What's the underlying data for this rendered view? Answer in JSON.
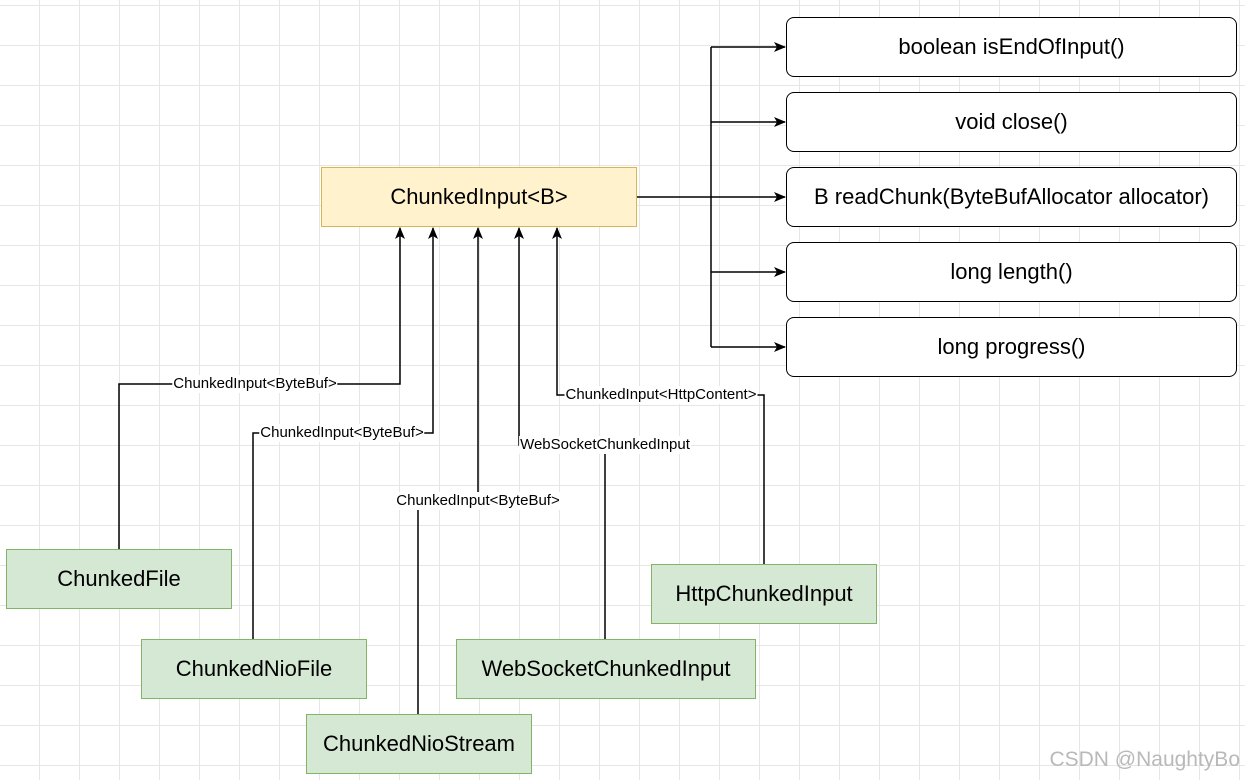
{
  "interface": {
    "label": "ChunkedInput<B>"
  },
  "methods": [
    "boolean isEndOfInput()",
    "void close()",
    "B readChunk(ByteBufAllocator allocator)",
    "long length()",
    "long progress()"
  ],
  "implementations": [
    {
      "name": "ChunkedFile",
      "edge_label": "ChunkedInput<ByteBuf>"
    },
    {
      "name": "ChunkedNioFile",
      "edge_label": "ChunkedInput<ByteBuf>"
    },
    {
      "name": "ChunkedNioStream",
      "edge_label": "ChunkedInput<ByteBuf>"
    },
    {
      "name": "WebSocketChunkedInput",
      "edge_label": "WebSocketChunkedInput"
    },
    {
      "name": "HttpChunkedInput",
      "edge_label": "ChunkedInput<HttpContent>"
    }
  ],
  "watermark": "CSDN @NaughtyBo"
}
